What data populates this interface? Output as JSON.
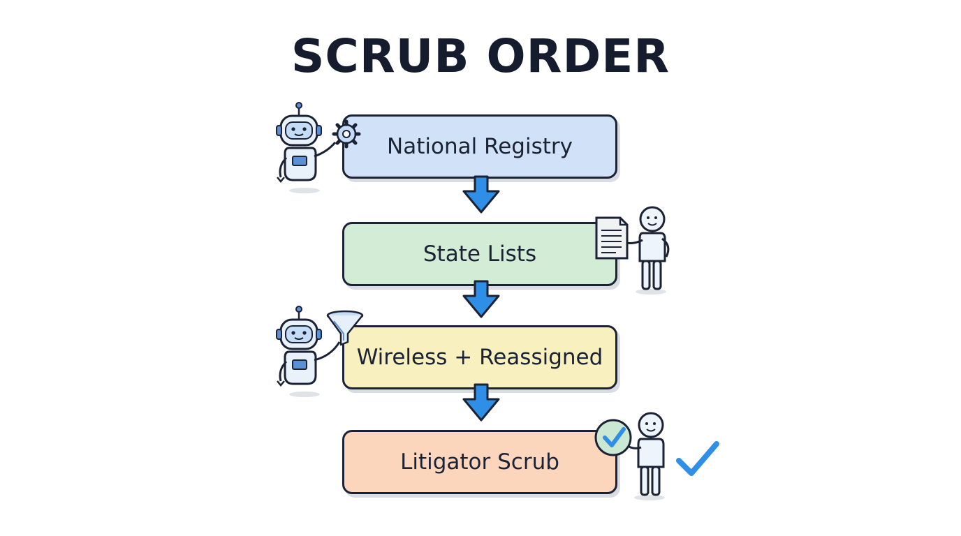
{
  "title": "SCRUB ORDER",
  "steps": [
    {
      "label": "National Registry",
      "color": "#d1e1f7"
    },
    {
      "label": "State Lists",
      "color": "#d3ecd5"
    },
    {
      "label": "Wireless + Reassigned",
      "color": "#f8f1bf"
    },
    {
      "label": "Litigator Scrub",
      "color": "#fbd6bd"
    }
  ],
  "colors": {
    "outline": "#1a2233",
    "arrow": "#2f8fe6",
    "check": "#2f8fe6"
  },
  "icons": {
    "robot_gear": "robot-gear-icon",
    "person_document": "person-document-icon",
    "robot_funnel": "robot-funnel-icon",
    "person_check": "person-check-icon",
    "checkmark": "checkmark-icon",
    "arrow": "arrow-down-icon"
  }
}
